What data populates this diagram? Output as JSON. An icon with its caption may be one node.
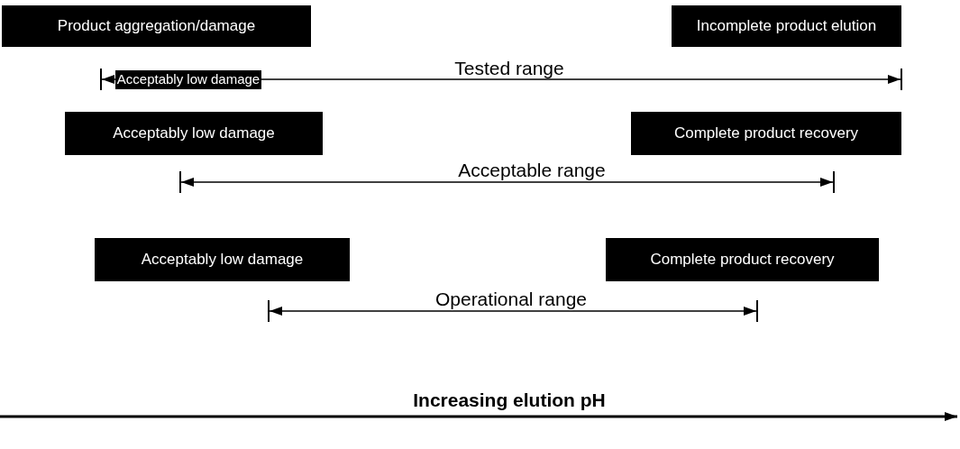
{
  "diagram": {
    "nodes": [
      {
        "text": [
          "Product aggregation/damage"
        ]
      },
      {
        "text": [
          "Incomplete product elution"
        ]
      },
      {
        "text": [
          "Acceptably low damage"
        ]
      },
      {
        "text": [
          "Acceptably low damage"
        ]
      },
      {
        "text": [
          "Complete product recovery"
        ]
      },
      {
        "text": [
          "Acceptably low damage"
        ]
      },
      {
        "text": [
          "Complete product recovery"
        ]
      }
    ],
    "labels": [
      "Tested range",
      "Acceptable range",
      "Operational range",
      "Increasing elution pH"
    ]
  }
}
